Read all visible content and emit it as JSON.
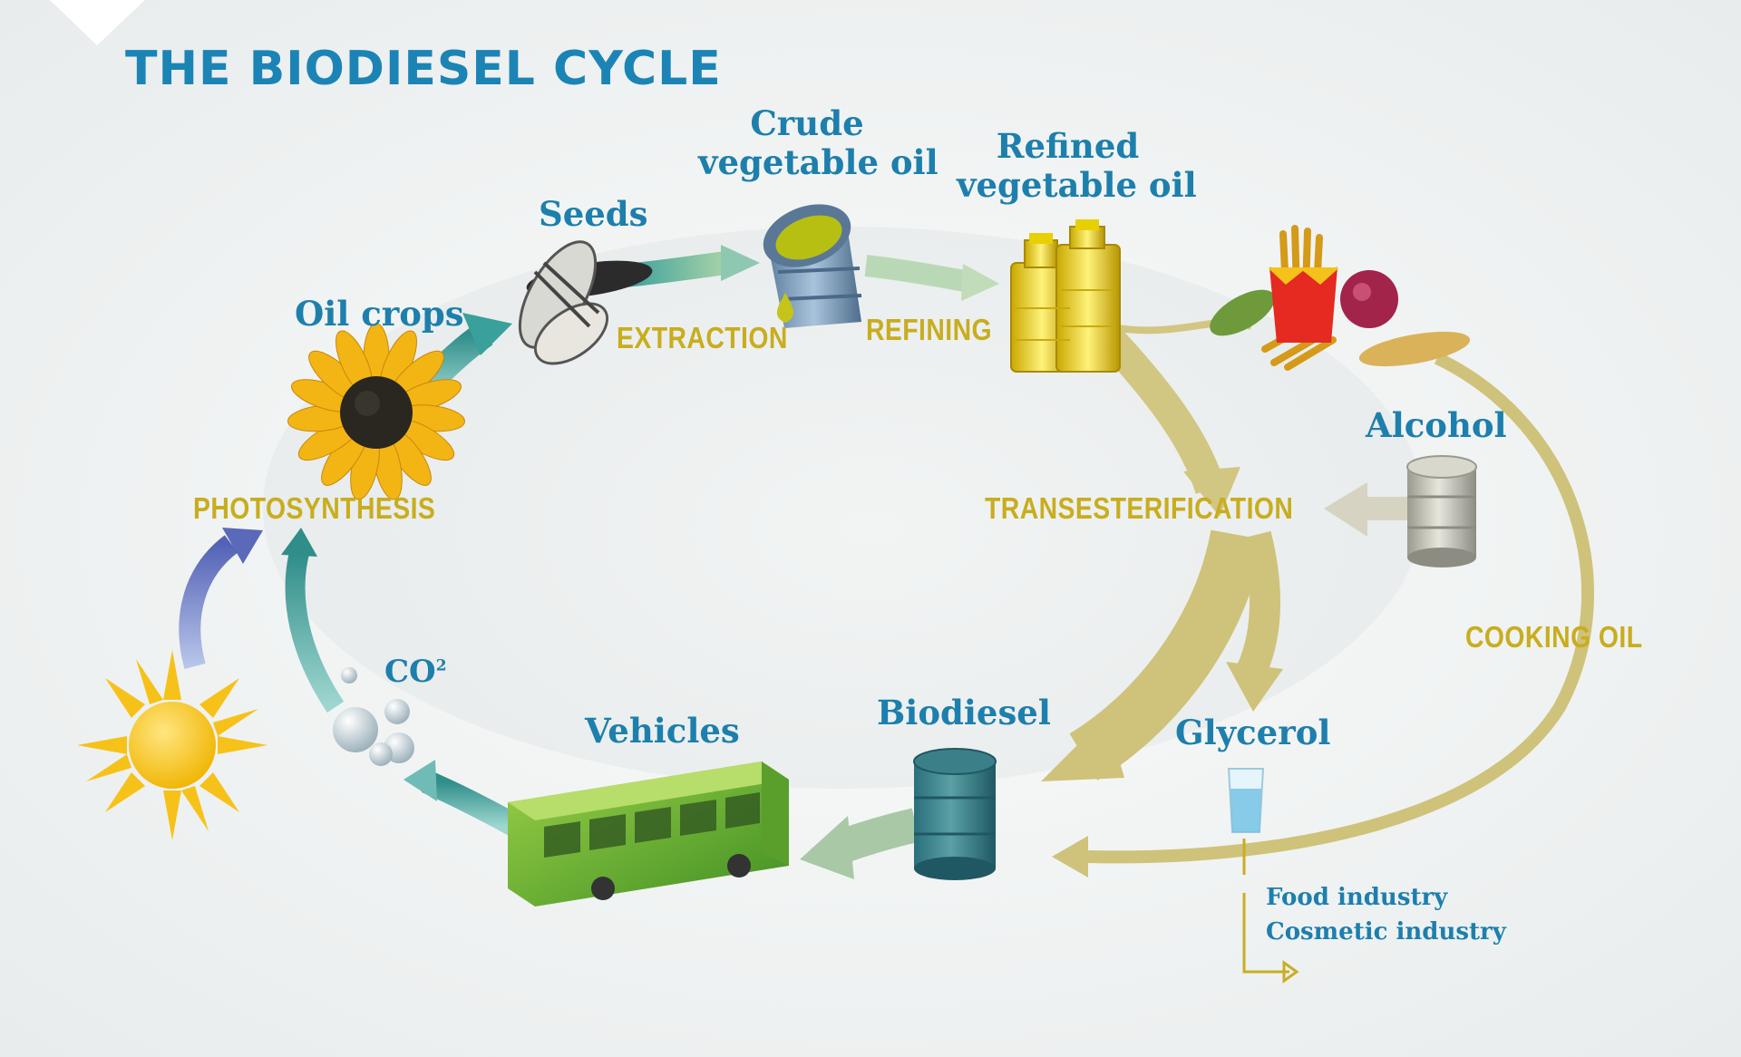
{
  "title": "THE BIODIESEL CYCLE",
  "nodes": {
    "oil_crops": "Oil crops",
    "seeds": "Seeds",
    "crude_oil_line1": "Crude",
    "crude_oil_line2": "vegetable oil",
    "refined_oil_line1": "Refined",
    "refined_oil_line2": "vegetable oil",
    "alcohol": "Alcohol",
    "glycerol": "Glycerol",
    "biodiesel": "Biodiesel",
    "vehicles": "Vehicles",
    "co2": "CO",
    "co2_sup": "2"
  },
  "processes": {
    "extraction": "EXTRACTION",
    "refining": "REFINING",
    "transesterification": "TRANSESTERIFICATION",
    "photosynthesis": "PHOTOSYNTHESIS",
    "cooking_oil": "COOKING OIL"
  },
  "glycerol_uses": [
    "Food industry",
    "Cosmetic industry"
  ],
  "colors": {
    "title": "#1b84b5",
    "node_label": "#1d7fac",
    "process_label": "#c8ad1e",
    "green_arrow": "#7ec0a8",
    "khaki_arrow": "#cfc27a",
    "purple_arrow": "#7a86c8"
  },
  "icons": [
    "sunflower-icon",
    "seeds-icon",
    "oil-bucket-icon",
    "oil-bottles-icon",
    "vegetables-fries-icon",
    "alcohol-barrel-icon",
    "biodiesel-barrel-icon",
    "glycerol-glass-icon",
    "bus-icon",
    "sun-icon",
    "co2-bubbles-icon"
  ]
}
